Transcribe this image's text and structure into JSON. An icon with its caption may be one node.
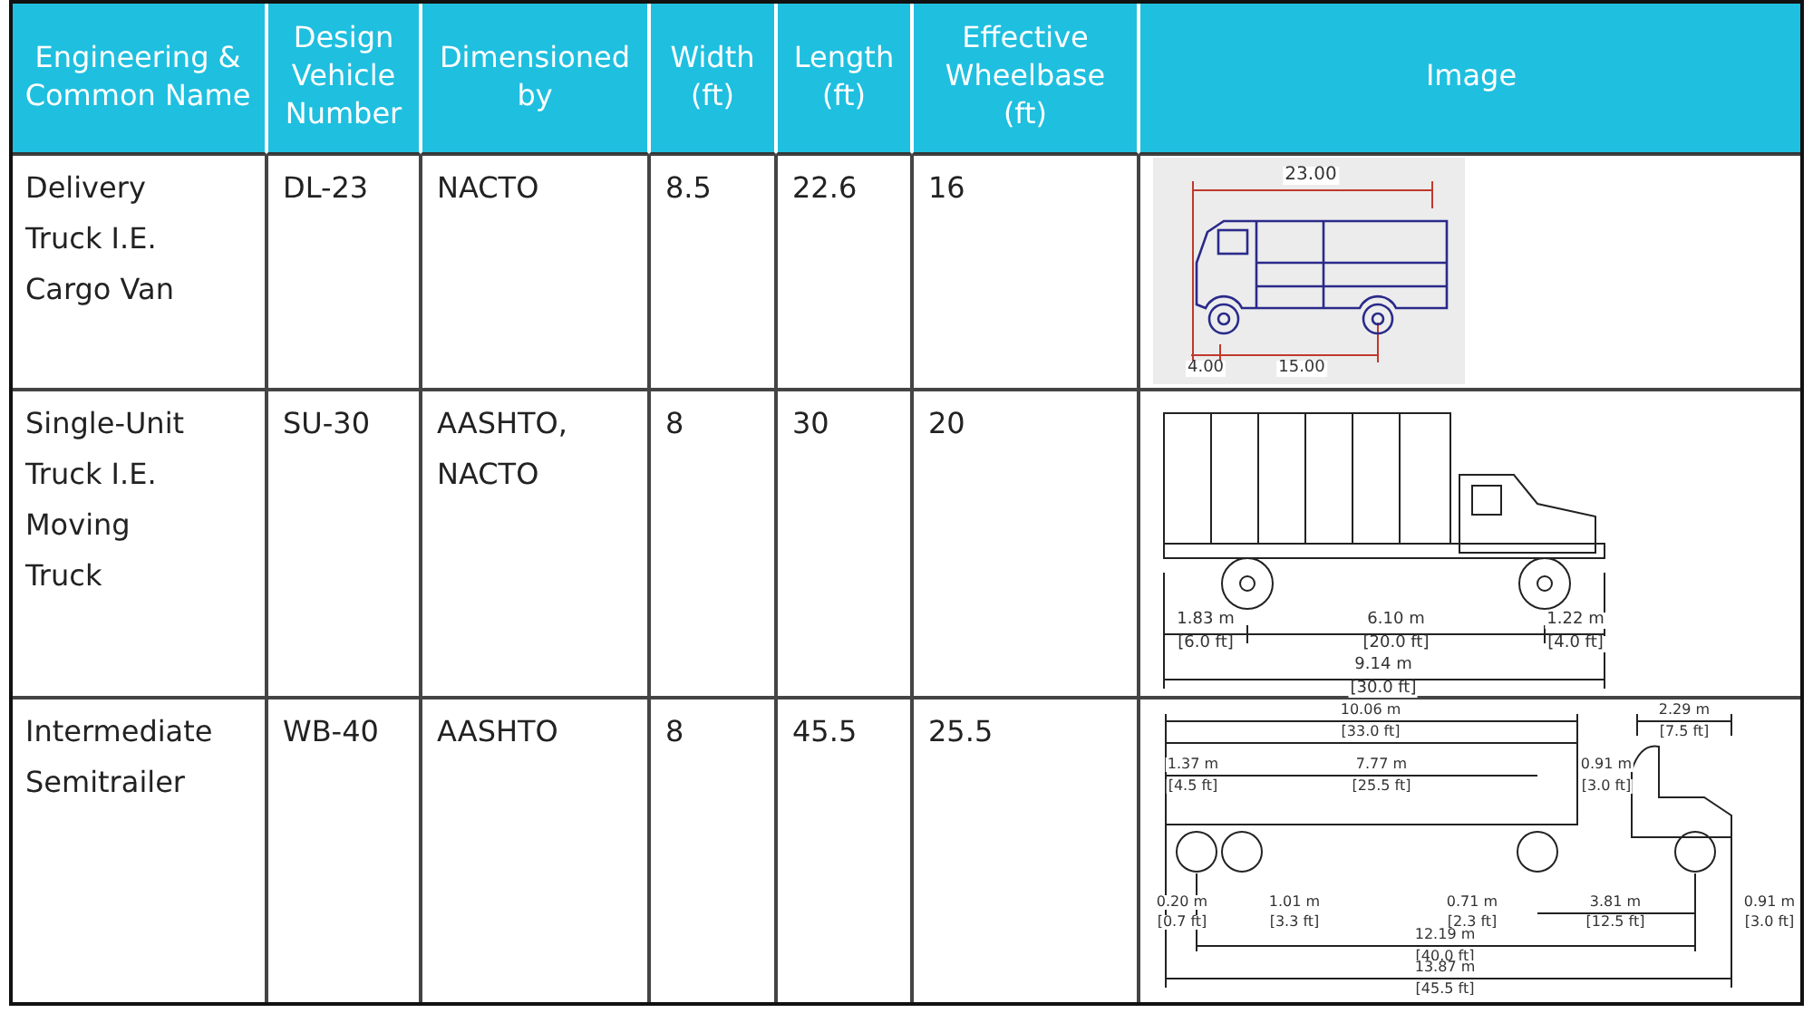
{
  "diagram": {
    "labels": [
      "Engineering & Common Name",
      "Design Vehicle Number",
      "Dimensioned by",
      "Width (ft)",
      "Length (ft)",
      "Effective Wheelbase (ft)",
      "Image",
      "Delivery Truck I.E. Cargo Van",
      "DL-23",
      "NACTO",
      "8.5",
      "22.6",
      "16",
      "Single-Unit Truck I.E. Moving Truck",
      "SU-30",
      "AASHTO, NACTO",
      "8",
      "30",
      "20",
      "Intermediate Semitrailer",
      "WB-40",
      "AASHTO",
      "8",
      "45.5",
      "25.5",
      "23.00",
      "4.00",
      "15.00",
      "1.83 m",
      "[6.0 ft]",
      "6.10 m",
      "[20.0 ft]",
      "1.22 m",
      "[4.0 ft]",
      "9.14 m",
      "[30.0 ft]",
      "10.06 m",
      "[33.0 ft]",
      "2.29 m",
      "[7.5 ft]",
      "1.37 m",
      "[4.5 ft]",
      "7.77 m",
      "[25.5 ft]",
      "0.91 m",
      "[3.0 ft]",
      "0.20 m",
      "[0.7 ft]",
      "1.01 m",
      "[3.3 ft]",
      "0.71 m",
      "[2.3 ft]",
      "3.81 m",
      "[12.5 ft]",
      "0.91 m",
      "[3.0 ft]",
      "12.19 m",
      "[40.0 ft]",
      "13.87 m",
      "[45.5 ft]"
    ]
  }
}
